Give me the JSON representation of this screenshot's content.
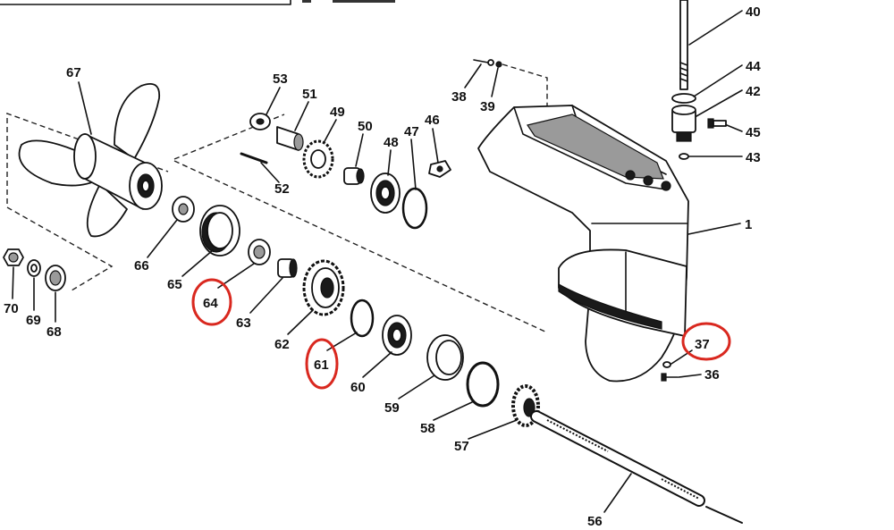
{
  "diagram": {
    "line_color": "#111111",
    "highlight_color": "#d9281f",
    "background": "#ffffff"
  },
  "callouts": {
    "n1": "1",
    "n36": "36",
    "n37": "37",
    "n38": "38",
    "n39": "39",
    "n40": "40",
    "n42": "42",
    "n43": "43",
    "n44": "44",
    "n45": "45",
    "n46": "46",
    "n47": "47",
    "n48": "48",
    "n49": "49",
    "n50": "50",
    "n51": "51",
    "n52": "52",
    "n53": "53",
    "n56": "56",
    "n57": "57",
    "n58": "58",
    "n59": "59",
    "n60": "60",
    "n61": "61",
    "n62": "62",
    "n63": "63",
    "n64": "64",
    "n65": "65",
    "n66": "66",
    "n67": "67",
    "n68": "68",
    "n69": "69",
    "n70": "70"
  }
}
